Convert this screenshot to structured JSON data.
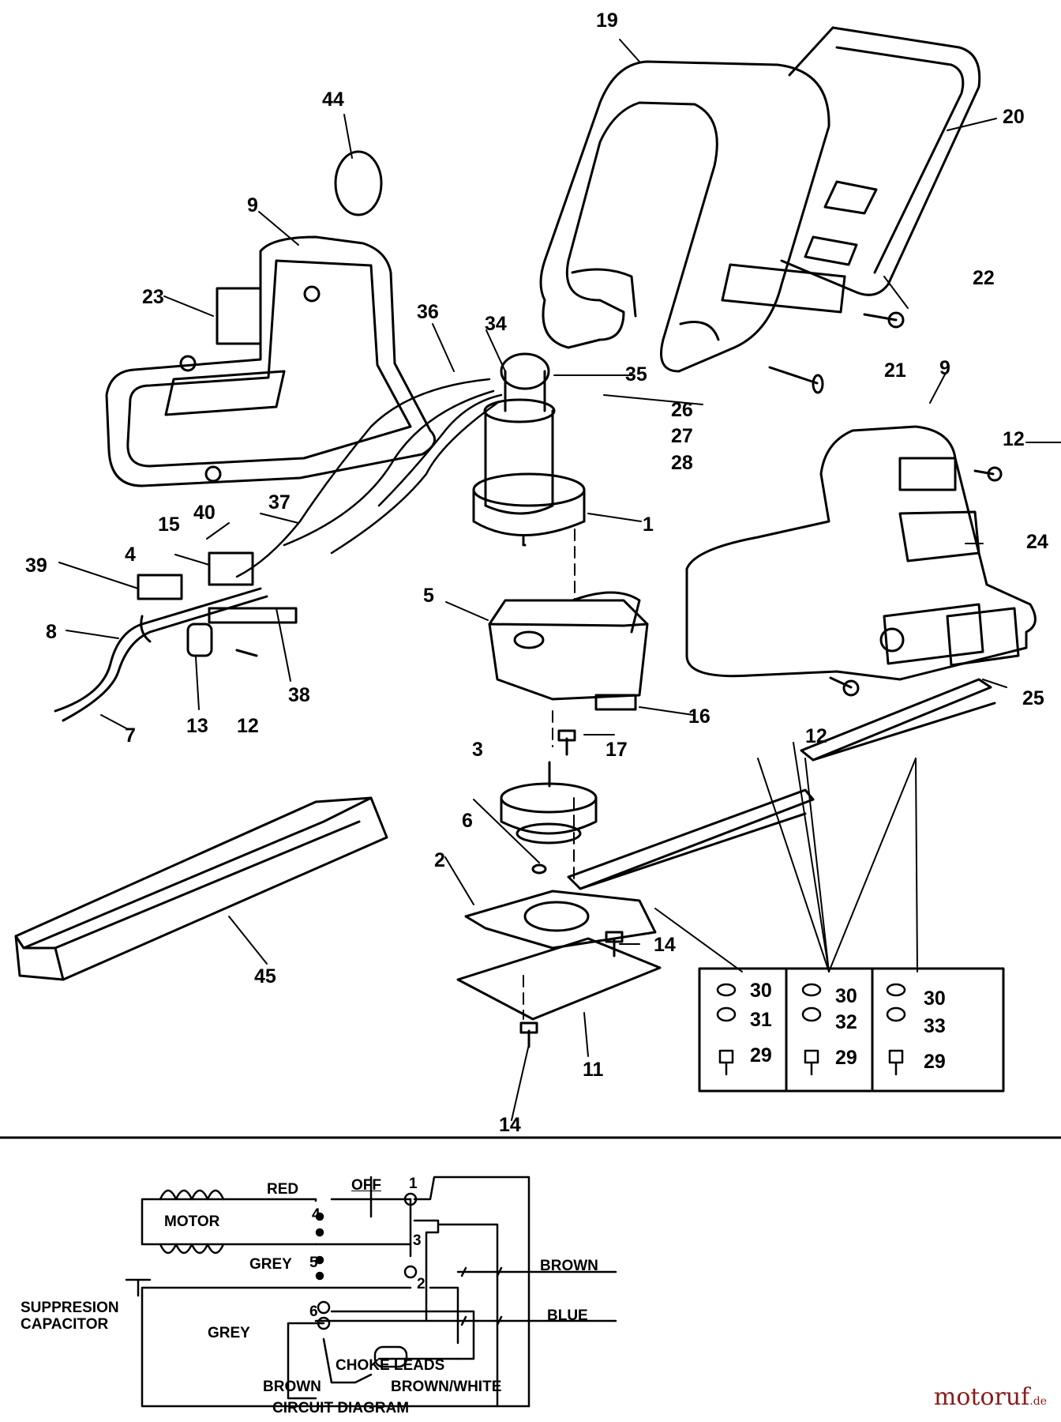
{
  "part_numbers": {
    "p44": "44",
    "p19": "19",
    "p20": "20",
    "p9a": "9",
    "p23": "23",
    "p36": "36",
    "p34": "34",
    "p35": "35",
    "p22": "22",
    "p21": "21",
    "p9b": "9",
    "p26": "26",
    "p27": "27",
    "p28": "28",
    "p12a": "12",
    "p1": "1",
    "p40": "40",
    "p15": "15",
    "p37": "37",
    "p4": "4",
    "p39": "39",
    "p24": "24",
    "p5": "5",
    "p8": "8",
    "p38": "38",
    "p13": "13",
    "p12b": "12",
    "p7": "7",
    "p16": "16",
    "p25": "25",
    "p12c": "12",
    "p17": "17",
    "p3": "3",
    "p6": "6",
    "p2": "2",
    "p14a": "14",
    "p45": "45",
    "p11": "11",
    "p14b": "14",
    "k1": "30",
    "k2": "31",
    "k3": "29",
    "k4": "30",
    "k5": "32",
    "k6": "29",
    "k7": "30",
    "k8": "33",
    "k9": "29"
  },
  "circuit": {
    "red": "RED",
    "off": "OFF",
    "motor": "MOTOR",
    "grey_top": "GREY",
    "brown": "BROWN",
    "blue": "BLUE",
    "suppression_line1": "SUPPRESION",
    "suppression_line2": "CAPACITOR",
    "grey_bottom": "GREY",
    "choke": "CHOKE LEADS",
    "brown_bottom": "BROWN",
    "brown_white": "BROWN/WHITE",
    "caption": "CIRCUIT DIAGRAM",
    "terminals": {
      "t1": "1",
      "t2": "2",
      "t3": "3",
      "t4": "4",
      "t5": "5",
      "t6": "6"
    }
  },
  "watermark": {
    "name": "motoruf",
    "suffix": ".de"
  }
}
